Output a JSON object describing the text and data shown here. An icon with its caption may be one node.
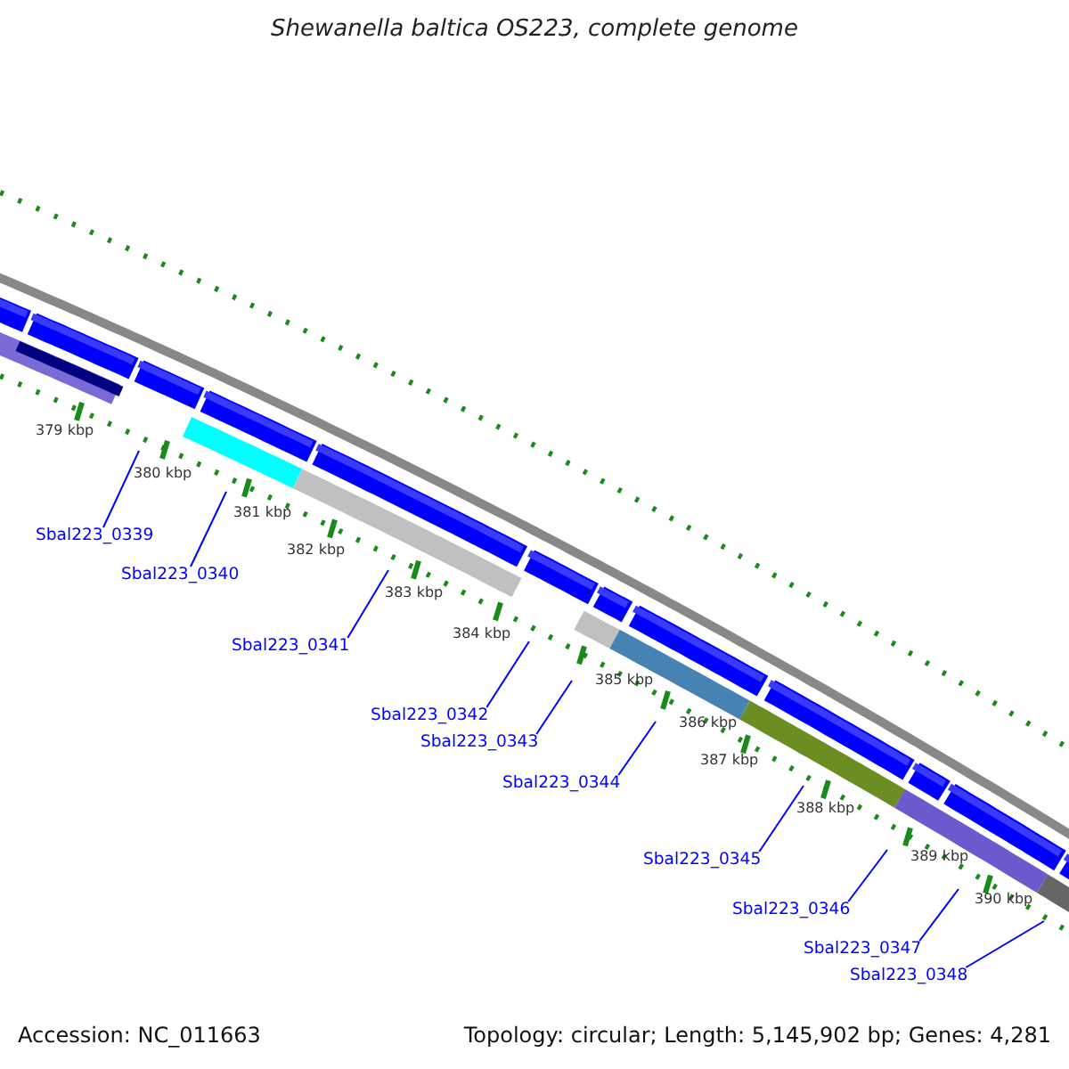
{
  "diagram": {
    "title": "Shewanella baltica OS223, complete genome",
    "nodes": [
      {
        "text": [
          "Sbal223_0339"
        ]
      },
      {
        "text": [
          "Sbal223_0340"
        ]
      },
      {
        "text": [
          "Sbal223_0341"
        ]
      },
      {
        "text": [
          "Sbal223_0342"
        ]
      },
      {
        "text": [
          "Sbal223_0343"
        ]
      },
      {
        "text": [
          "Sbal223_0344"
        ]
      },
      {
        "text": [
          "Sbal223_0345"
        ]
      },
      {
        "text": [
          "Sbal223_0346"
        ]
      },
      {
        "text": [
          "Sbal223_0347"
        ]
      },
      {
        "text": [
          "Sbal223_0348"
        ]
      }
    ],
    "edges": [
      {
        "from": 0,
        "to": null,
        "arrow": "none"
      },
      {
        "from": 1,
        "to": null,
        "arrow": "none"
      },
      {
        "from": 2,
        "to": null,
        "arrow": "none"
      },
      {
        "from": 3,
        "to": null,
        "arrow": "none"
      },
      {
        "from": 4,
        "to": null,
        "arrow": "none"
      },
      {
        "from": 5,
        "to": null,
        "arrow": "none"
      },
      {
        "from": 6,
        "to": null,
        "arrow": "none"
      },
      {
        "from": 7,
        "to": null,
        "arrow": "none"
      },
      {
        "from": 8,
        "to": null,
        "arrow": "none"
      },
      {
        "from": 9,
        "to": null,
        "arrow": "none"
      }
    ],
    "labels": [
      "379 kbp",
      "380 kbp",
      "381 kbp",
      "382 kbp",
      "383 kbp",
      "384 kbp",
      "385 kbp",
      "386 kbp",
      "387 kbp",
      "388 kbp",
      "389 kbp",
      "390 kbp",
      "Accession: NC_011663",
      "Topology: circular; Length: 5,145,902 bp; Genes: 4,281"
    ]
  }
}
